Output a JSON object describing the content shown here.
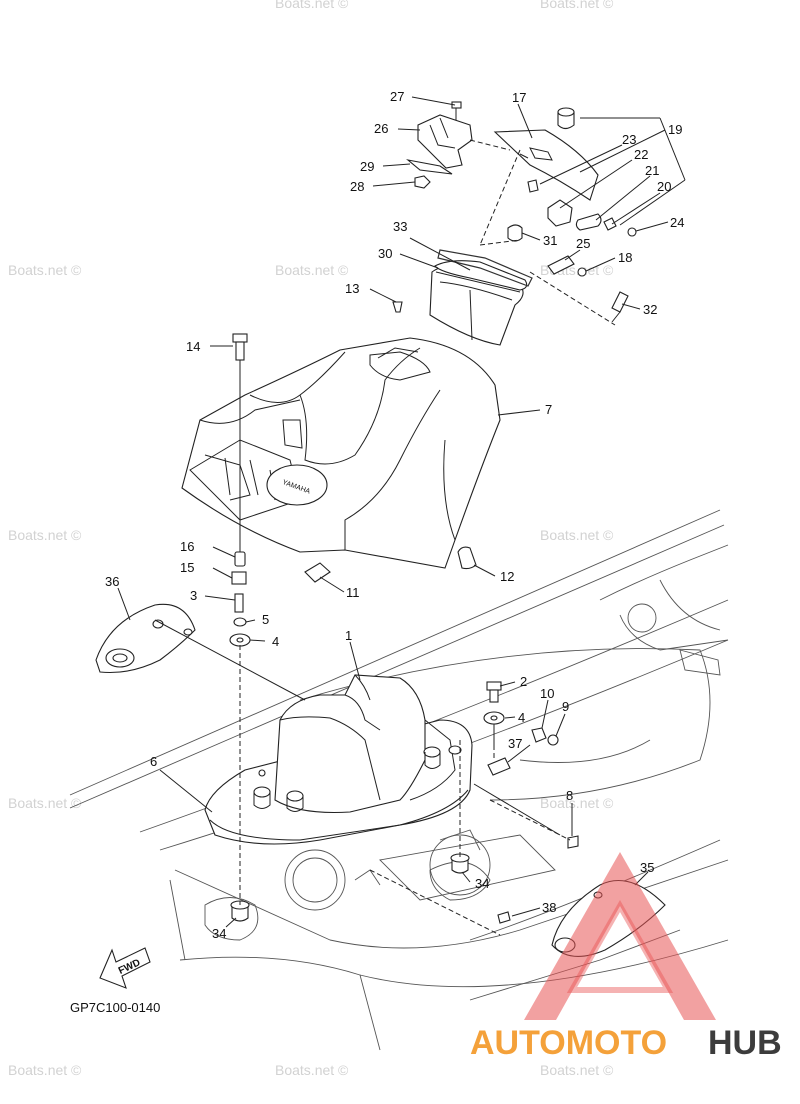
{
  "diagram_code": "GP7C100-0140",
  "fwd_label": "FWD",
  "brand_mark": "YAMAHA",
  "watermark": "Boats.net ©",
  "logo": {
    "part1": "AUTOMOTO",
    "part2": "HUB",
    "color_accent": "#f4a13a",
    "color_dark": "#3c3c3c",
    "triangle_color": "#e85454"
  },
  "callouts": [
    "1",
    "2",
    "3",
    "4",
    "4",
    "5",
    "6",
    "7",
    "8",
    "9",
    "10",
    "11",
    "12",
    "13",
    "14",
    "15",
    "16",
    "17",
    "18",
    "19",
    "20",
    "21",
    "22",
    "23",
    "24",
    "25",
    "26",
    "27",
    "28",
    "29",
    "30",
    "31",
    "32",
    "33",
    "34",
    "34",
    "35",
    "36",
    "37",
    "38"
  ]
}
